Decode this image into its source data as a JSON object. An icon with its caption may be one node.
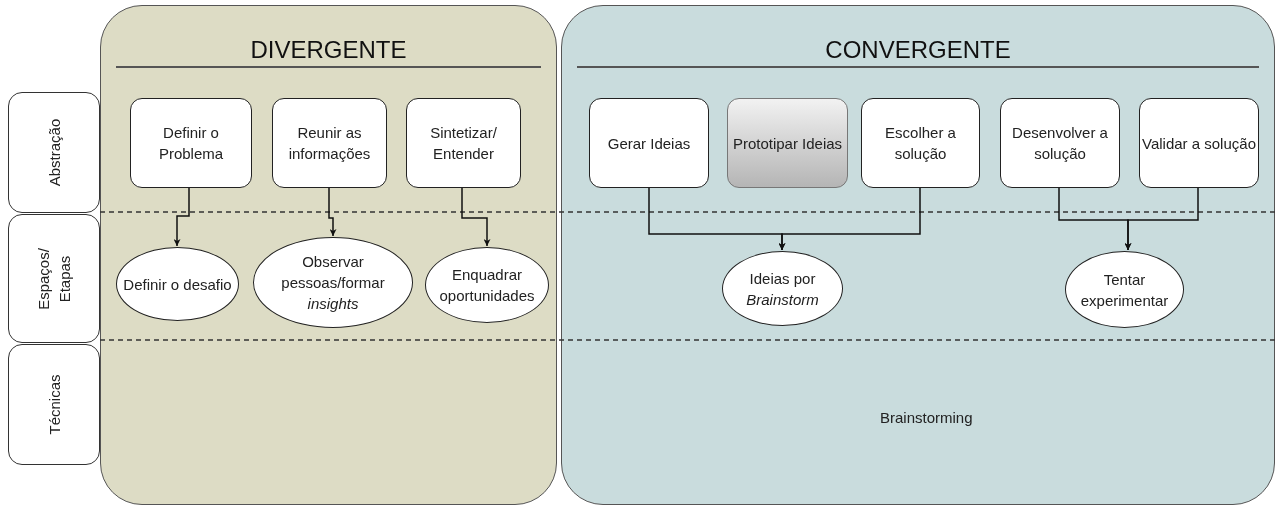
{
  "diagram": {
    "nodes": [
      {
        "text": [
          "DIVERGENTE"
        ]
      },
      {
        "text": [
          "CONVERGENTE"
        ]
      },
      {
        "text": [
          "Abstração"
        ]
      },
      {
        "text": [
          "Espaços/ Etapas"
        ]
      },
      {
        "text": [
          "Técnicas"
        ]
      },
      {
        "text": [
          "Definir o Problema"
        ],
        "in": 0
      },
      {
        "text": [
          "Reunir as informações"
        ],
        "in": 0
      },
      {
        "text": [
          "Sintetizar/ Entender"
        ],
        "in": 0
      },
      {
        "text": [
          "Definir o desafio"
        ],
        "in": 0
      },
      {
        "text": [
          "Observar pessoas/formar *insights*"
        ],
        "in": 0
      },
      {
        "text": [
          "Enquadrar oportunidades"
        ],
        "in": 0
      },
      {
        "text": [
          "Gerar Ideias"
        ],
        "in": 1
      },
      {
        "text": [
          "Prototipar Ideias"
        ],
        "in": 1
      },
      {
        "text": [
          "Escolher a solução"
        ],
        "in": 1
      },
      {
        "text": [
          "Desenvolver a solução"
        ],
        "in": 1
      },
      {
        "text": [
          "Validar a solução"
        ],
        "in": 1
      },
      {
        "text": [
          "Ideias por *Brainstorm*"
        ],
        "in": 1
      },
      {
        "text": [
          "Tentar experimentar"
        ],
        "in": 1
      }
    ],
    "edges": [
      {
        "from": 5,
        "to": 8,
        "arrow": "to"
      },
      {
        "from": 6,
        "to": 9,
        "arrow": "to"
      },
      {
        "from": 7,
        "to": 10,
        "arrow": "to"
      },
      {
        "from": 11,
        "to": 16,
        "arrow": "to"
      },
      {
        "from": 13,
        "to": 16,
        "arrow": "to"
      },
      {
        "from": 14,
        "to": 17,
        "arrow": "to"
      },
      {
        "from": 15,
        "to": 17,
        "arrow": "to"
      }
    ],
    "labels": [
      "Brainstorming"
    ]
  }
}
